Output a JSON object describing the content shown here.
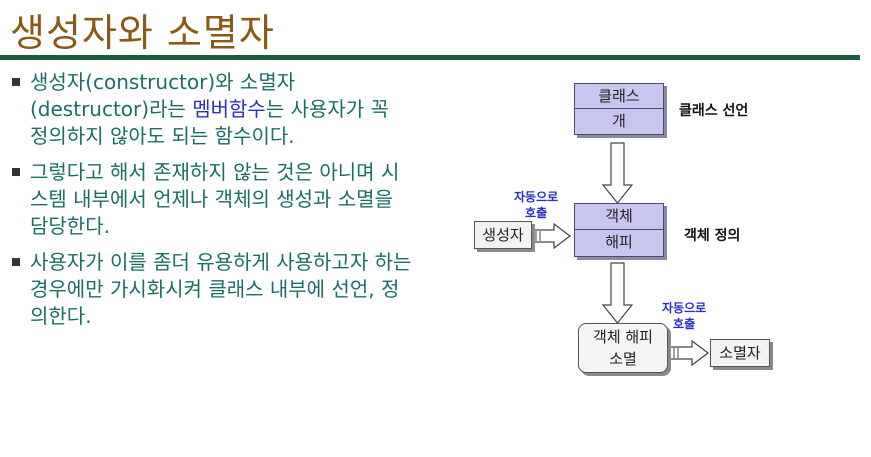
{
  "title": "생성자와 소멸자",
  "bullets": [
    {
      "pre": "생성자(constructor)와 소멸자 (destructor)라는 ",
      "highlight": "멤버함수",
      "post": "는 사용자가 꼭 정의하지 않아도 되는 함수이다."
    },
    {
      "text": "그렇다고 해서 존재하지 않는 것은 아니며 시스템 내부에서 언제나 객체의 생성과 소멸을 담당한다."
    },
    {
      "text": "사용자가 이를 좀더 유용하게 사용하고자 하는 경우에만 가시화시켜 클래스 내부에 선언, 정의한다."
    }
  ],
  "diagram": {
    "class_box": {
      "top": "클래스",
      "bottom": "개"
    },
    "class_decl_label": "클래스 선언",
    "object_box": {
      "top": "객체",
      "bottom": "해피"
    },
    "object_def_label": "객체 정의",
    "constructor_box": "생성자",
    "auto_call_1": [
      "자동으로",
      "호출"
    ],
    "destroy_box": [
      "객체 해피",
      "소멸"
    ],
    "auto_call_2": [
      "자동으로",
      "호출"
    ],
    "destructor_box": "소멸자"
  },
  "colors": {
    "title": "#8a5a14",
    "rule": "#1f5c3c",
    "body_text": "#1a6e66",
    "highlight": "#2a2fc7",
    "box_fill": "#c8c6ee"
  }
}
